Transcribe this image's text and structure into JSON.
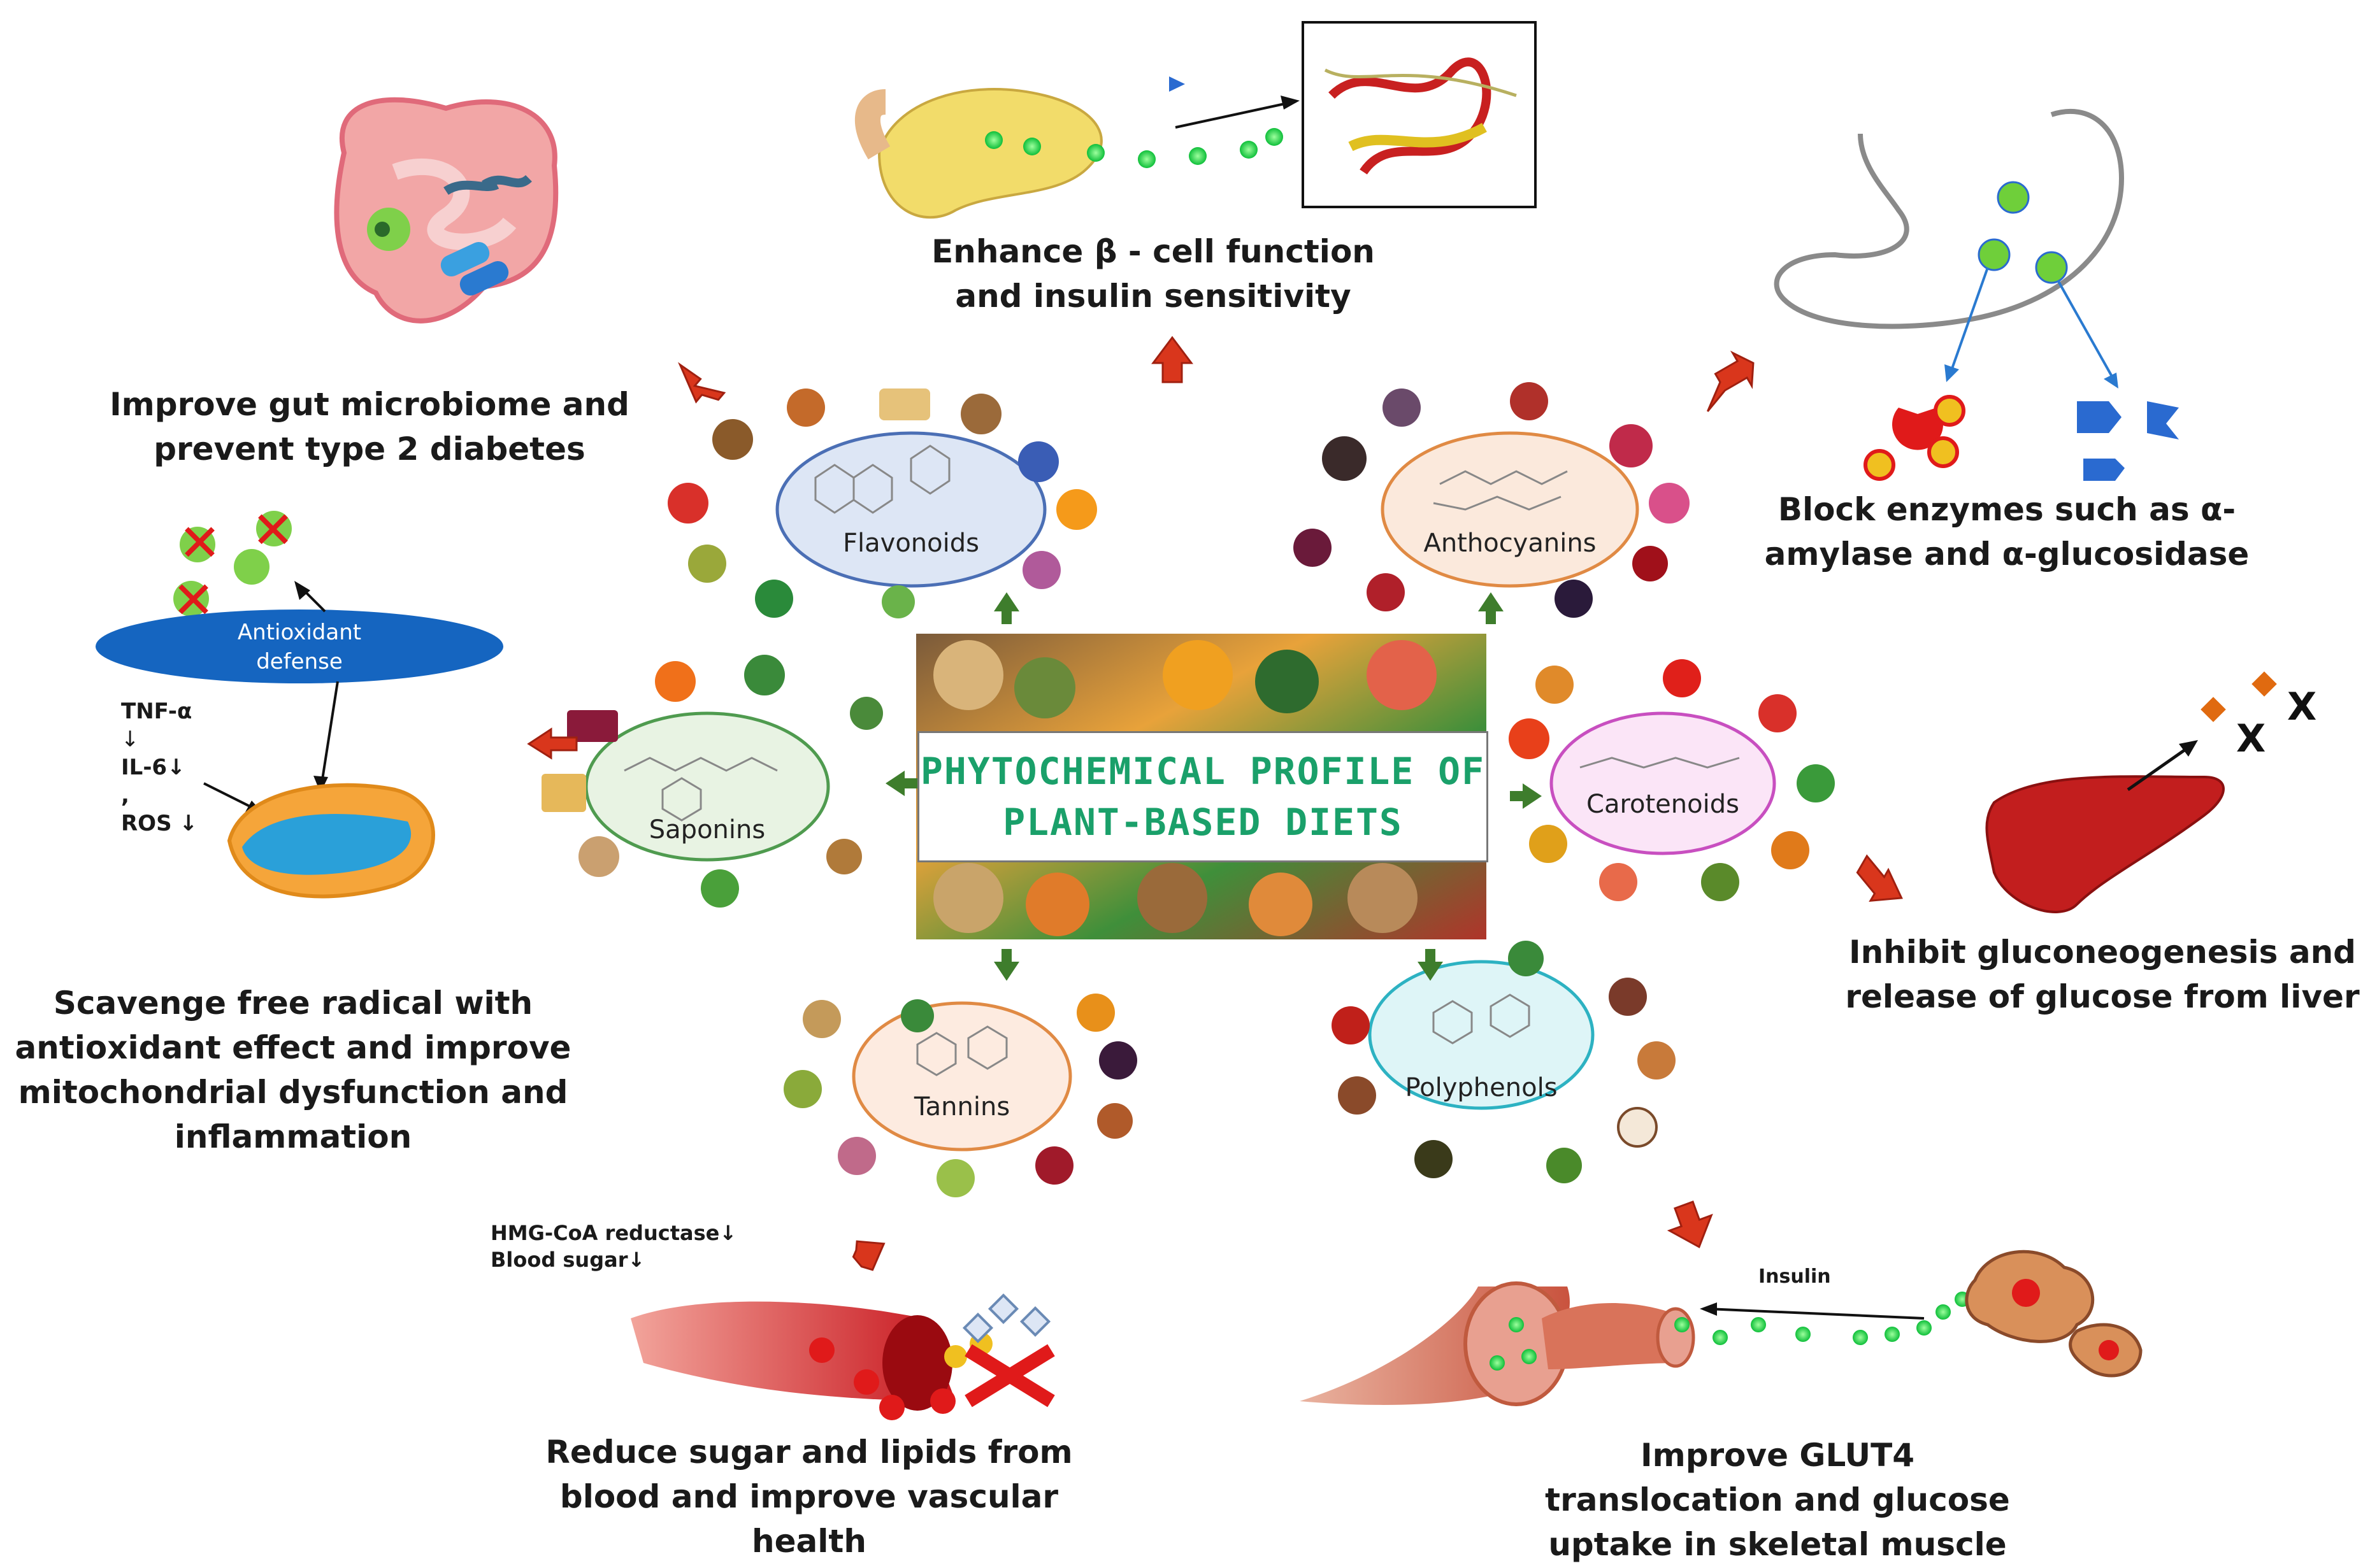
{
  "center": {
    "line1": "PHYTOCHEMICAL PROFILE OF",
    "line2": "PLANT-BASED DIETS"
  },
  "phytochemicals": [
    {
      "name": "Flavonoids",
      "color": "#4b6fb5"
    },
    {
      "name": "Anthocyanins",
      "color": "#e08a44"
    },
    {
      "name": "Saponins",
      "color": "#4f9b4f"
    },
    {
      "name": "Carotenoids",
      "color": "#c84fc0"
    },
    {
      "name": "Tannins",
      "color": "#e08a44"
    },
    {
      "name": "Polyphenols",
      "color": "#2db2c2"
    }
  ],
  "effects": {
    "beta_cell": [
      "Enhance β - cell function",
      "and insulin sensitivity"
    ],
    "gut": [
      "Improve gut microbiome and",
      "prevent type 2 diabetes"
    ],
    "enzymes": [
      "Block enzymes such as α-",
      "amylase and α-glucosidase"
    ],
    "liver": [
      "Inhibit gluconeogenesis and",
      "release of glucose from liver"
    ],
    "radical": [
      "Scavenge free radical with",
      "antioxidant effect and improve",
      "mitochondrial dysfunction and",
      "inflammation"
    ],
    "vascular": [
      "Reduce sugar and lipids from",
      "blood and improve vascular",
      "health"
    ],
    "glut4": [
      "Improve GLUT4",
      "translocation and glucose",
      "uptake in skeletal muscle"
    ]
  },
  "antioxidant": {
    "label_line1": "Antioxidant",
    "label_line2": "defense",
    "markers": [
      "TNF-α",
      "↓",
      "IL-6↓",
      ",",
      "ROS ↓"
    ]
  },
  "vascular_notes": [
    "HMG-CoA reductase↓",
    "Blood sugar↓"
  ],
  "insulin_label": "Insulin",
  "colors": {
    "arrow_red": "#d9361c",
    "arrow_green": "#3e7d2c",
    "title_green": "#1aa06a",
    "antioxidant_blue": "#1565c0"
  }
}
